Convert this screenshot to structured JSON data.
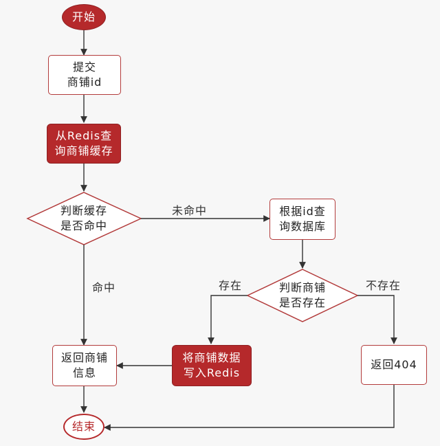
{
  "nodes": {
    "start": "开始",
    "submit": "提交\n商铺id",
    "query_redis": "从Redis查\n询商铺缓存",
    "check_cache": "判断缓存\n是否命中",
    "query_db": "根据id查\n询数据库",
    "check_exists": "判断商铺\n是否存在",
    "write_redis": "将商铺数据\n写入Redis",
    "return_shop": "返回商铺\n信息",
    "return_404": "返回404",
    "end": "结束"
  },
  "edge_labels": {
    "miss": "未命中",
    "hit": "命中",
    "exists": "存在",
    "not_exists": "不存在"
  },
  "colors": {
    "accent": "#b5292b",
    "border": "#b23a3a",
    "line": "#333333",
    "background": "#f7f7f7"
  }
}
